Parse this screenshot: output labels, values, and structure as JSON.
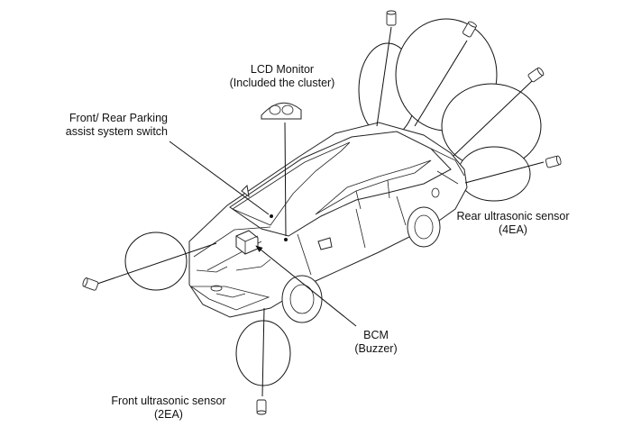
{
  "labels": {
    "lcd_monitor_line1": "LCD Monitor",
    "lcd_monitor_line2": "(Included the cluster)",
    "switch_line1": "Front/ Rear Parking",
    "switch_line2": "assist system switch",
    "rear_sensor_line1": "Rear ultrasonic sensor",
    "rear_sensor_line2": "(4EA)",
    "bcm_line1": "BCM",
    "bcm_line2": "(Buzzer)",
    "front_sensor_line1": "Front ultrasonic sensor",
    "front_sensor_line2": "(2EA)"
  },
  "icons": [
    "ultrasonic-sensor-icon",
    "lcd-monitor-icon",
    "bcm-module-icon",
    "car-icon"
  ]
}
